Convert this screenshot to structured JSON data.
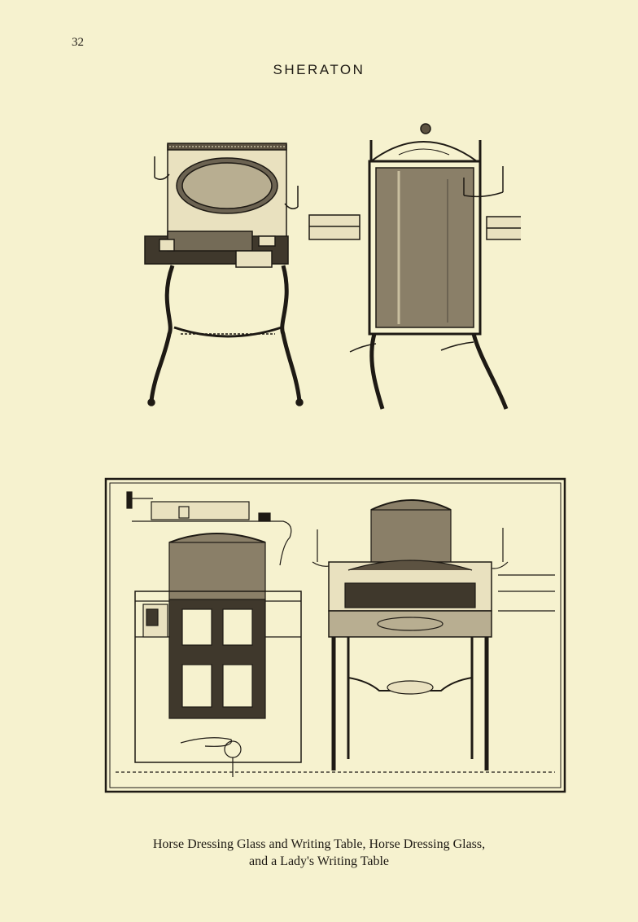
{
  "page": {
    "number": "32",
    "running_head": "SHERATON"
  },
  "caption": {
    "line1": "Horse Dressing Glass and Writing Table, Horse Dressing Glass,",
    "line2": "and a Lady's Writing Table"
  },
  "colors": {
    "paper": "#f6f2cf",
    "ink": "#1e1a14",
    "wood": "#8a7f68"
  }
}
